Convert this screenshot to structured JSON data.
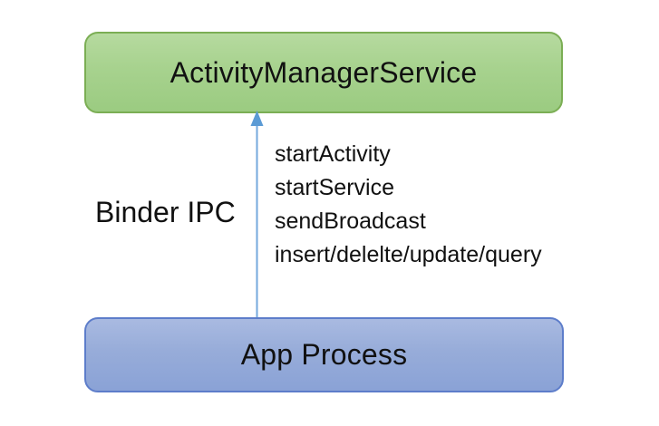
{
  "diagram": {
    "top_box": {
      "label": "ActivityManagerService"
    },
    "bottom_box": {
      "label": "App Process"
    },
    "arrow_label": "Binder IPC",
    "ipc_calls": [
      "startActivity",
      "startService",
      "sendBroadcast",
      "insert/delelte/update/query"
    ],
    "colors": {
      "top_box_fill_top": "#b6da9f",
      "top_box_fill_bottom": "#9bcb81",
      "top_box_border": "#7bae54",
      "bottom_box_fill_top": "#a9bae1",
      "bottom_box_fill_bottom": "#8aa2d6",
      "bottom_box_border": "#5d7dca",
      "arrow": "#5b9bd5",
      "text": "#111111",
      "background": "#ffffff"
    }
  }
}
